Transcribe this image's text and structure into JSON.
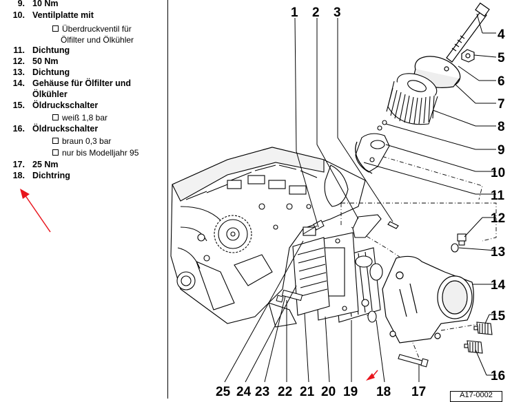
{
  "legend": {
    "items": [
      {
        "num": "9.",
        "text": "10 Nm"
      },
      {
        "num": "10.",
        "text": "Ventilplatte mit"
      },
      {
        "num": "11.",
        "text": "Dichtung"
      },
      {
        "num": "12.",
        "text": "50 Nm"
      },
      {
        "num": "13.",
        "text": "Dichtung"
      },
      {
        "num": "14.",
        "text": "Gehäuse für Ölfilter und",
        "text2": "Ölkühler"
      },
      {
        "num": "15.",
        "text": "Öldruckschalter"
      },
      {
        "num": "16.",
        "text": "Öldruckschalter"
      },
      {
        "num": "17.",
        "text": "25 Nm"
      },
      {
        "num": "18.",
        "text": "Dichtring"
      }
    ],
    "sub10": [
      "Überdruckventil für",
      "Ölfilter und Ölkühler"
    ],
    "sub15": [
      "weiß 1,8 bar"
    ],
    "sub16": [
      "braun 0,3 bar",
      "nur bis Modelljahr 95"
    ]
  },
  "figure": {
    "callouts_top": [
      "1",
      "2",
      "3"
    ],
    "callouts_right": [
      "4",
      "5",
      "6",
      "7",
      "8",
      "9",
      "10",
      "11",
      "12",
      "13",
      "14",
      "15",
      "16"
    ],
    "callouts_bottom": [
      "25",
      "24",
      "23",
      "22",
      "21",
      "20",
      "19",
      "18",
      "17"
    ],
    "reference": "A17-0002",
    "accent_color": "#e8141c"
  }
}
